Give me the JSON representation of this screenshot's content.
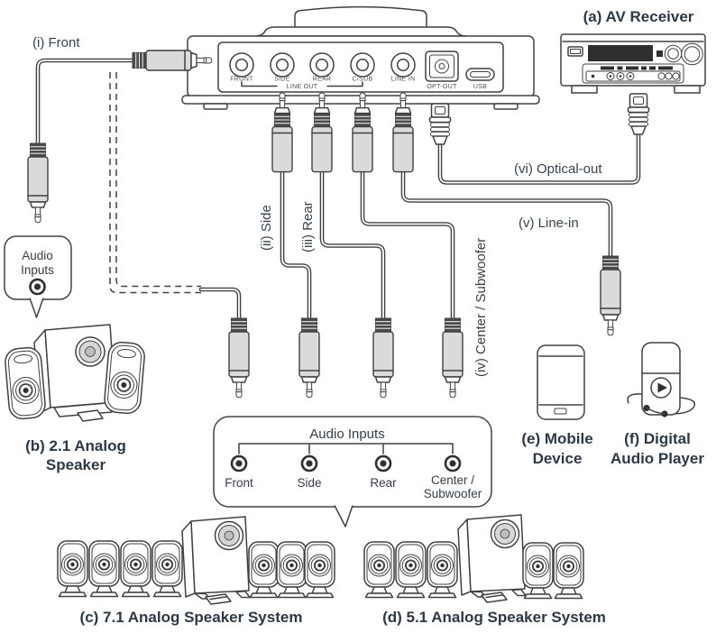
{
  "device": {
    "ports": {
      "front": "FRONT",
      "side": "SIDE",
      "rear": "REAR",
      "csub": "C/SUB",
      "line_in": "LINE IN"
    },
    "line_out_group": "LINE OUT",
    "opt_out": "OPT-OUT",
    "usb": "USB"
  },
  "cables": {
    "front": "(i) Front",
    "side": "(ii) Side",
    "rear": "(iii) Rear",
    "center_sub": "(iv) Center / Subwoofer",
    "line_in": "(v) Line-in",
    "optical": "(vi) Optical-out"
  },
  "units": {
    "av_receiver": "(a) AV Receiver",
    "speaker21_line1": "(b) 2.1 Analog",
    "speaker21_line2": "Speaker",
    "system71": "(c) 7.1 Analog Speaker System",
    "system51": "(d) 5.1 Analog Speaker System",
    "mobile_line1": "(e) Mobile",
    "mobile_line2": "Device",
    "dap_line1": "(f) Digital",
    "dap_line2": "Audio Player"
  },
  "callout": {
    "line1": "Audio",
    "line2": "Inputs"
  },
  "panel": {
    "title": "Audio Inputs",
    "front": "Front",
    "side": "Side",
    "rear": "Rear",
    "center_line1": "Center /",
    "center_line2": "Subwoofer"
  },
  "colors": {
    "line": "#414141",
    "text": "#2d3845",
    "label": "#37424d",
    "plug_fill": "#dadada"
  }
}
